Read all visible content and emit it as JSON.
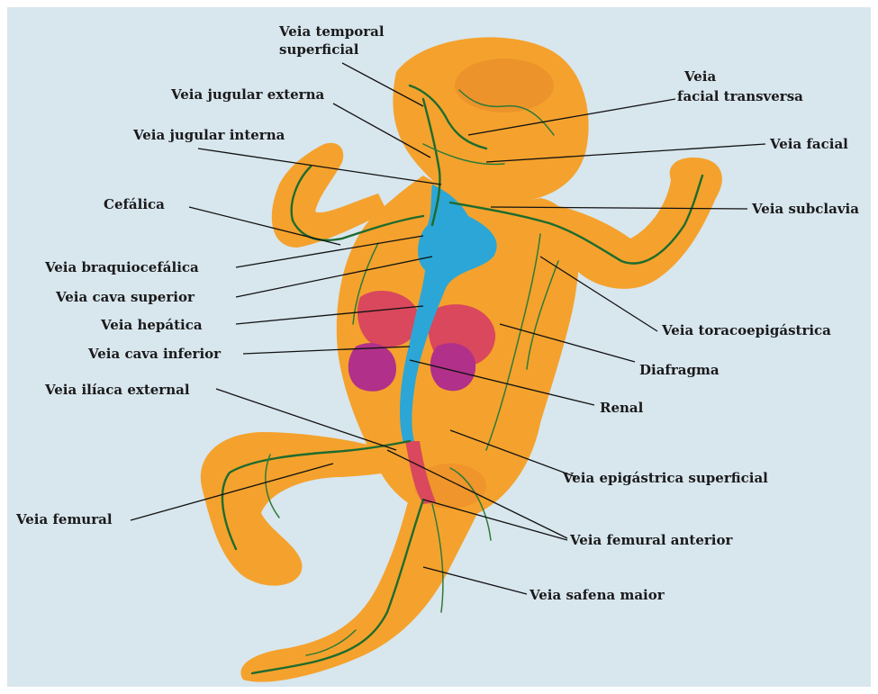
{
  "colors": {
    "background": "#d8e6ee",
    "skin": "#f4a22d",
    "skin_shade": "#e8862a",
    "vena_cava": "#2ba6d6",
    "kidney": "#b0308a",
    "liver": "#d9485c",
    "vein": "#1e6b2e"
  },
  "labels": {
    "temporal_superficial_1": "Veia temporal",
    "temporal_superficial_2": "superficial",
    "jugular_externa": "Veia jugular externa",
    "jugular_interna": "Veia jugular interna",
    "cefalica": "Cefálica",
    "braquiocefalica": "Veia braquiocefálica",
    "cava_superior": "Veia cava superior",
    "hepatica": "Veia hepática",
    "cava_inferior": "Veia cava inferior",
    "iliaca_externa": "Veia ilíaca external",
    "femural": "Veia femural",
    "facial_transversa_1": "Veia",
    "facial_transversa_2": "facial transversa",
    "facial": "Veia facial",
    "subclavia": "Veia subclavia",
    "toracoepigastrica": "Veia toracoepigástrica",
    "diafragma": "Diafragma",
    "renal": "Renal",
    "epigastrica_superficial": "Veia epigástrica superficial",
    "femural_anterior": "Veia femural anterior",
    "safena_maior": "Veia safena maior"
  }
}
